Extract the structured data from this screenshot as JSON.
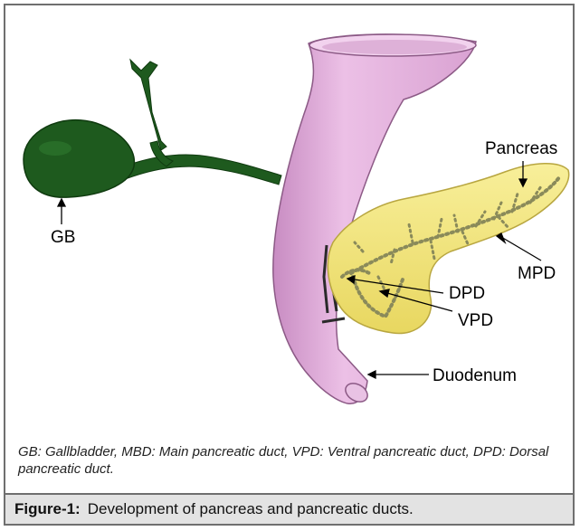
{
  "figure": {
    "labels": {
      "pancreas": "Pancreas",
      "gb": "GB",
      "mpd": "MPD",
      "dpd": "DPD",
      "vpd": "VPD",
      "duodenum": "Duodenum"
    },
    "abbreviation_note": "GB: Gallbladder, MBD: Main pancreatic duct, VPD: Ventral pancreatic duct, DPD: Dorsal pancreatic duct.",
    "caption_label": "Figure-1:",
    "caption_text": "Development of pancreas and pancreatic ducts."
  },
  "colors": {
    "duodenum": "#e7b3e0",
    "gallbladder": "#1e5a1e",
    "pancreas": "#f4e77a",
    "duct_dots": "#8a8a5a",
    "caption_bg": "#e3e3e3",
    "border": "#6f6f6f"
  }
}
